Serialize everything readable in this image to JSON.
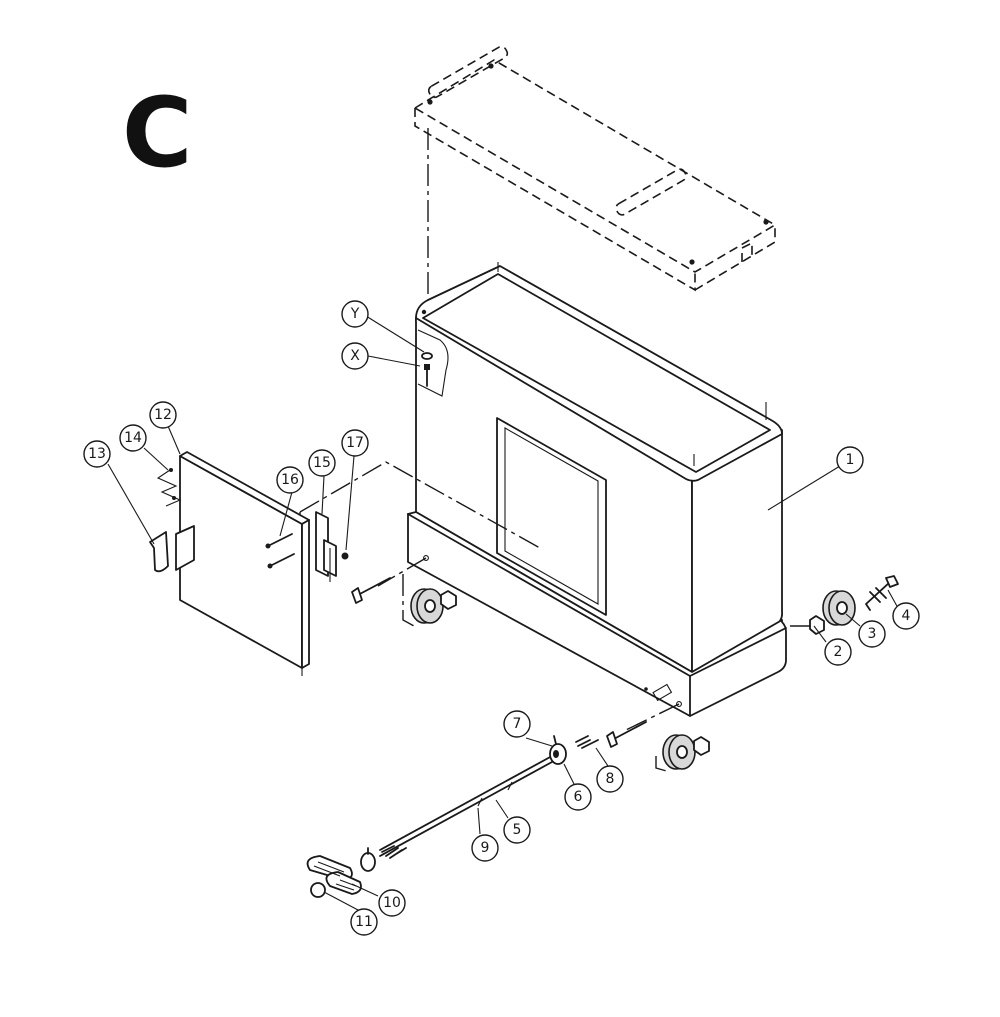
{
  "section_label": "C",
  "callouts": [
    {
      "id": "c1",
      "label": "1"
    },
    {
      "id": "c2",
      "label": "2"
    },
    {
      "id": "c3",
      "label": "3"
    },
    {
      "id": "c4",
      "label": "4"
    },
    {
      "id": "c5",
      "label": "5"
    },
    {
      "id": "c6",
      "label": "6"
    },
    {
      "id": "c7",
      "label": "7"
    },
    {
      "id": "c8",
      "label": "8"
    },
    {
      "id": "c9",
      "label": "9"
    },
    {
      "id": "c10",
      "label": "10"
    },
    {
      "id": "c11",
      "label": "11"
    },
    {
      "id": "c12",
      "label": "12"
    },
    {
      "id": "c13",
      "label": "13"
    },
    {
      "id": "c14",
      "label": "14"
    },
    {
      "id": "c15",
      "label": "15"
    },
    {
      "id": "c16",
      "label": "16"
    },
    {
      "id": "c17",
      "label": "17"
    },
    {
      "id": "cX",
      "label": "X"
    },
    {
      "id": "cY",
      "label": "Y"
    }
  ]
}
